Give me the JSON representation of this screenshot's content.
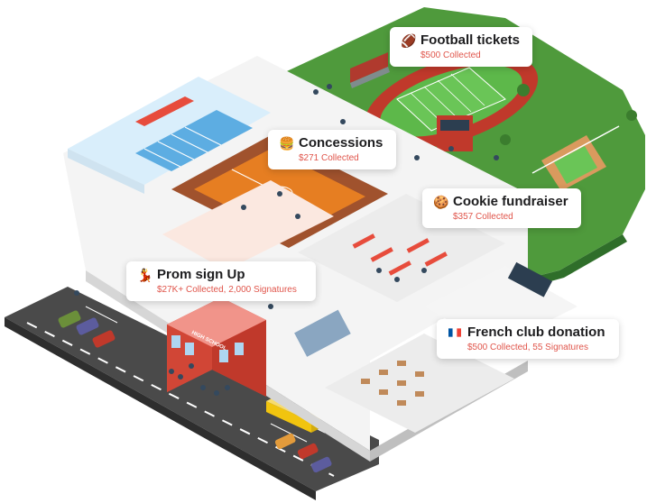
{
  "cards": [
    {
      "title": "Football tickets",
      "subtitle": "$500 Collected",
      "icon": "football-icon"
    },
    {
      "title": "Concessions",
      "subtitle": "$271 Collected",
      "icon": "burger-icon"
    },
    {
      "title": "Cookie fundraiser",
      "subtitle": "$357 Collected",
      "icon": "cookie-icon"
    },
    {
      "title": "Prom sign Up",
      "subtitle": "$27K+ Collected, 2,000 Signatures",
      "icon": "dancer-icon"
    },
    {
      "title": "French club donation",
      "subtitle": "$500 Collected, 55 Signatures",
      "icon": "france-flag-icon"
    }
  ],
  "building": {
    "sign_text": "HIGH SCHOOL"
  },
  "colors": {
    "grass": "#4f9a3c",
    "track": "#c0392b",
    "road": "#4a4a4a",
    "wall": "#e9e9e9",
    "accent": "#e0554b"
  }
}
